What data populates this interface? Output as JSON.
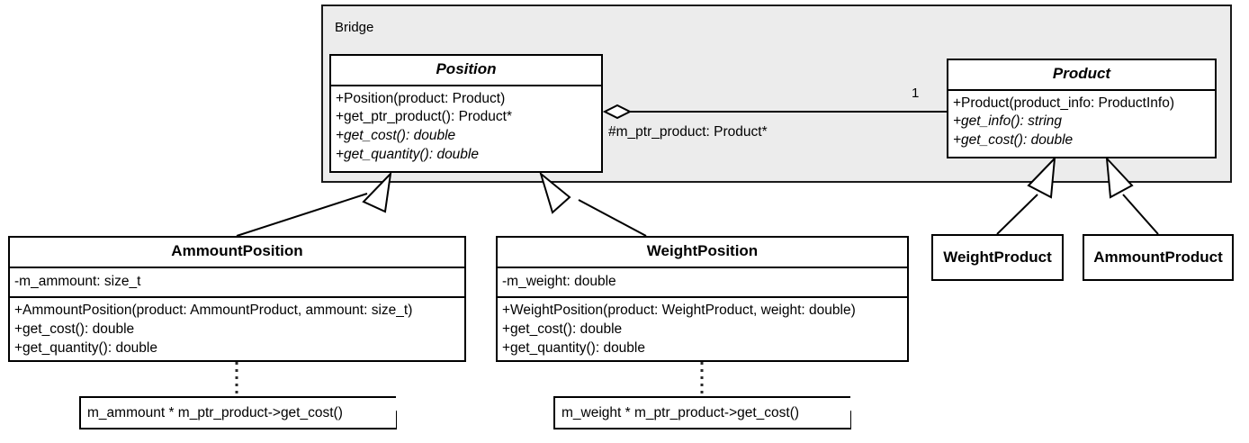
{
  "diagram": {
    "type": "uml-class-diagram",
    "title": "Bridge",
    "package": {
      "label": "Bridge"
    },
    "classes": [
      {
        "id": "position",
        "name": "Position",
        "abstract": true,
        "attributes": [],
        "operations": [
          {
            "text": "+Position(product: Product)",
            "abstract": false
          },
          {
            "text": "+get_ptr_product(): Product*",
            "abstract": false
          },
          {
            "text": "+get_cost(): double",
            "abstract": true
          },
          {
            "text": "+get_quantity(): double",
            "abstract": true
          }
        ]
      },
      {
        "id": "product",
        "name": "Product",
        "abstract": true,
        "attributes": [],
        "operations": [
          {
            "text": "+Product(product_info: ProductInfo)",
            "abstract": false
          },
          {
            "text": "+get_info(): string",
            "abstract": true
          },
          {
            "text": "+get_cost(): double",
            "abstract": true
          }
        ]
      },
      {
        "id": "ammount_position",
        "name": "AmmountPosition",
        "abstract": false,
        "attributes": [
          {
            "text": "-m_ammount: size_t",
            "abstract": false
          }
        ],
        "operations": [
          {
            "text": "+AmmountPosition(product: AmmountProduct, ammount: size_t)",
            "abstract": false
          },
          {
            "text": "+get_cost(): double",
            "abstract": false
          },
          {
            "text": "+get_quantity(): double",
            "abstract": false
          }
        ]
      },
      {
        "id": "weight_position",
        "name": "WeightPosition",
        "abstract": false,
        "attributes": [
          {
            "text": "-m_weight: double",
            "abstract": false
          }
        ],
        "operations": [
          {
            "text": "+WeightPosition(product: WeightProduct, weight: double)",
            "abstract": false
          },
          {
            "text": "+get_cost(): double",
            "abstract": false
          },
          {
            "text": "+get_quantity(): double",
            "abstract": false
          }
        ]
      },
      {
        "id": "weight_product",
        "name": "WeightProduct",
        "abstract": false,
        "attributes": [],
        "operations": []
      },
      {
        "id": "ammount_product",
        "name": "AmmountProduct",
        "abstract": false,
        "attributes": [],
        "operations": []
      }
    ],
    "associations": [
      {
        "from": "position",
        "to": "product",
        "kind": "aggregation",
        "role_label": "#m_ptr_product: Product*",
        "target_multiplicity": "1"
      }
    ],
    "generalizations": [
      {
        "from": "ammount_position",
        "to": "position"
      },
      {
        "from": "weight_position",
        "to": "position"
      },
      {
        "from": "weight_product",
        "to": "product"
      },
      {
        "from": "ammount_product",
        "to": "product"
      }
    ],
    "notes": [
      {
        "id": "note_ammount",
        "text": "m_ammount * m_ptr_product->get_cost()",
        "attached_to": "ammount_position"
      },
      {
        "id": "note_weight",
        "text": "m_weight * m_ptr_product->get_cost()",
        "attached_to": "weight_position"
      }
    ],
    "colors": {
      "package_fill": "#ececec",
      "class_fill": "#ffffff",
      "stroke": "#000000",
      "background": "#ffffff"
    }
  }
}
